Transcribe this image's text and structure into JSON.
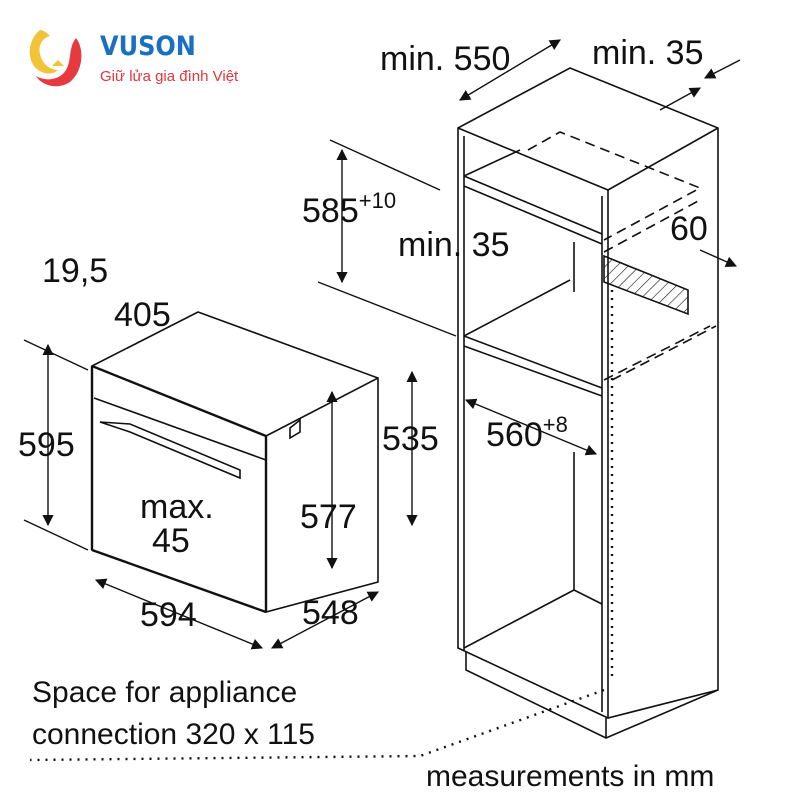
{
  "logo": {
    "brand": "VUSON",
    "tagline": "Giữ lửa gia đình Việt",
    "colors": {
      "brand_blue": "#1a6fc0",
      "tagline_red": "#e0353b",
      "swirl_yellow": "#f2c237",
      "swirl_red": "#e63a3f"
    }
  },
  "oven": {
    "depth_trim": "19,5",
    "depth_top": "405",
    "height_total": "595",
    "height_side": "535",
    "height_inner": "577",
    "door_clearance_label": "max.",
    "door_clearance_value": "45",
    "width": "594",
    "depth": "548"
  },
  "cabinet": {
    "depth_min": "min. 550",
    "back_gap_min": "min. 35",
    "niche_height": "585",
    "niche_height_tol": "+10",
    "shelf_gap_min": "min. 35",
    "vent_depth": "60",
    "niche_width": "560",
    "niche_width_tol": "+8"
  },
  "notes": {
    "connection_line1": "Space for appliance",
    "connection_line2": "connection 320 x 115",
    "units": "measurements in mm"
  }
}
